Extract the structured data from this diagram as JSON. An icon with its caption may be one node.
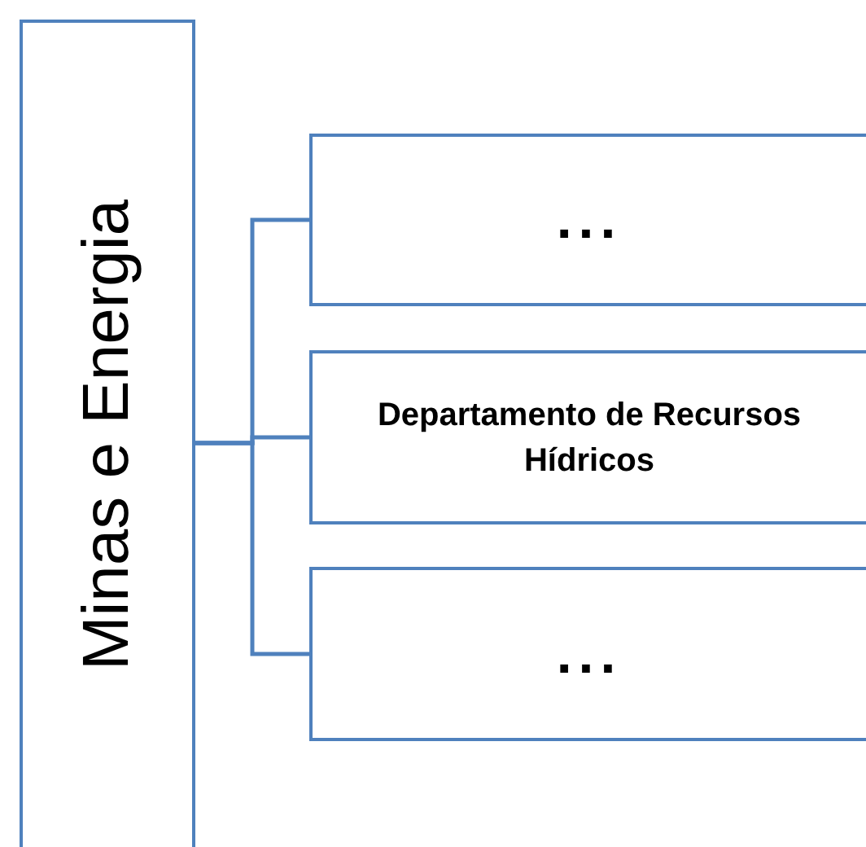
{
  "diagram": {
    "nodes": [
      {
        "text": [
          "Minas e Energia"
        ]
      },
      {
        "text": [
          "..."
        ]
      },
      {
        "text": [
          "Departamento de Recursos Hídricos"
        ]
      },
      {
        "text": [
          "..."
        ]
      }
    ],
    "edges": [
      {
        "from": 0,
        "to": 1,
        "arrow": "none"
      },
      {
        "from": 0,
        "to": 2,
        "arrow": "none"
      },
      {
        "from": 0,
        "to": 3,
        "arrow": "none"
      }
    ]
  }
}
